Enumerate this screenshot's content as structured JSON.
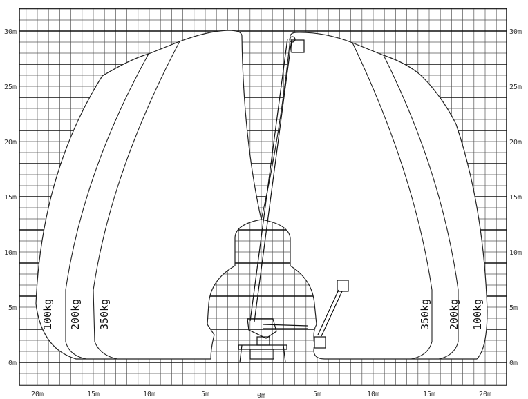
{
  "title": "Working range diagram",
  "y_axis_labels": [
    "0m",
    "5m",
    "10m",
    "15m",
    "20m",
    "25m",
    "30m"
  ],
  "x_axis_labels": [
    "20m",
    "15m",
    "10m",
    "5m",
    "0m",
    "5m",
    "10m",
    "15m",
    "20m"
  ],
  "x_axis_values": [
    -20,
    -15,
    -10,
    -5,
    0,
    5,
    10,
    15,
    20
  ],
  "y_axis_values": [
    0,
    5,
    10,
    15,
    20,
    25,
    30
  ],
  "load_zones_left": [
    "100kg",
    "200kg",
    "350kg"
  ],
  "load_zones_right": [
    "350kg",
    "200kg",
    "100kg"
  ],
  "colors": {
    "grid": "#555555",
    "line": "#222222",
    "background": "#ffffff"
  }
}
